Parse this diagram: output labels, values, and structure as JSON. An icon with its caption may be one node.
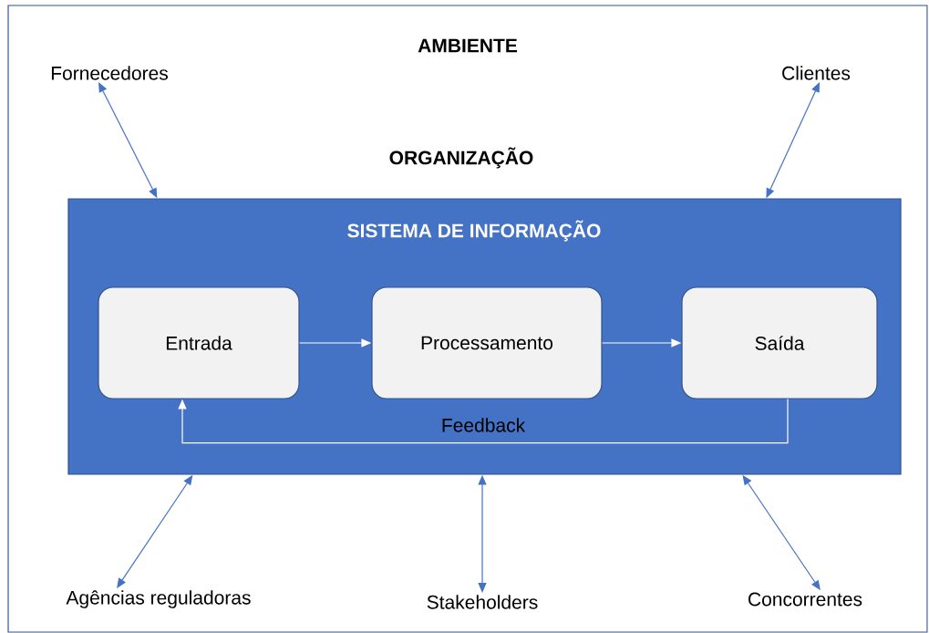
{
  "diagram": {
    "nodes": [
      {
        "text": [
          "AMBIENTE"
        ]
      },
      {
        "text": [
          "SISTEMA DE INFORMAÇÃO"
        ],
        "in": 0
      },
      {
        "text": [
          "Entrada"
        ],
        "in": 1
      },
      {
        "text": [
          "Processamento"
        ],
        "in": 1
      },
      {
        "text": [
          "Saída"
        ],
        "in": 1
      },
      {
        "text": [
          "Fornecedores"
        ],
        "in": 0
      },
      {
        "text": [
          "Clientes"
        ],
        "in": 0
      },
      {
        "text": [
          "Agências reguladoras"
        ],
        "in": 0
      },
      {
        "text": [
          "Stakeholders"
        ],
        "in": 0
      },
      {
        "text": [
          "Concorrentes"
        ],
        "in": 0
      }
    ],
    "edges": [
      {
        "from": 2,
        "to": 3,
        "arrow": "to",
        "color": "#ffffff"
      },
      {
        "from": 3,
        "to": 4,
        "arrow": "to",
        "color": "#ffffff"
      },
      {
        "from": 4,
        "to": 2,
        "arrow": "to",
        "label": "Feedback",
        "color": "#ffffff"
      },
      {
        "from": 5,
        "to": 1,
        "arrow": "both"
      },
      {
        "from": 6,
        "to": 1,
        "arrow": "both"
      },
      {
        "from": 7,
        "to": 1,
        "arrow": "both"
      },
      {
        "from": 8,
        "to": 1,
        "arrow": "both"
      },
      {
        "from": 9,
        "to": 1,
        "arrow": "both"
      }
    ],
    "labels": [
      "ORGANIZAÇÃO"
    ]
  }
}
